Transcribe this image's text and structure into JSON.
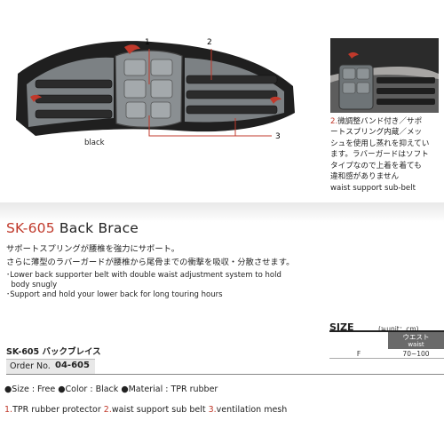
{
  "callouts": {
    "one": "1",
    "two": "2",
    "three": "3"
  },
  "color_caption": "black",
  "detail": {
    "caption_num": "2.",
    "caption_lines": [
      "微調整バンド付き／サポ",
      "ートスプリング内蔵／メッ",
      "シュを使用し蒸れを抑えてい",
      "ます。ラバーガードはソフト",
      "タイプなので上着を着ても",
      "違和感がありません"
    ],
    "sub_caption": "waist support sub-belt"
  },
  "title": {
    "code": "SK-605",
    "name": "Back Brace"
  },
  "description_jp": [
    "サポートスプリングが腰椎を強力にサポート。",
    "さらに薄型のラバーガードが腰椎から尾骨までの衝撃を吸収・分散させます。"
  ],
  "description_en": [
    "･Lower back supporter belt with double waist adjustment system to hold",
    "  body snugly",
    "･Support and hold your lower back for long touring hours"
  ],
  "size": {
    "label": "SIZE",
    "unit": "(≒unit：cm)",
    "header_jp": "ウエスト",
    "header_en": "waist",
    "rows": [
      {
        "size": "F",
        "waist": "70~100"
      }
    ]
  },
  "product_name_jp": "SK-605 バックブレイス",
  "order": {
    "label": "Order No.",
    "value": "04-605"
  },
  "specs": [
    {
      "bullet": "●",
      "text": "Size : Free"
    },
    {
      "bullet": "●",
      "text": "Color : Black"
    },
    {
      "bullet": "●",
      "text": "Material : TPR rubber"
    }
  ],
  "features": [
    {
      "num": "1.",
      "text": "TPR rubber protector"
    },
    {
      "num": "2.",
      "text": "waist support sub belt"
    },
    {
      "num": "3.",
      "text": "ventilation mesh"
    }
  ],
  "colors": {
    "accent": "#c0392b",
    "belt_dark": "#1f1f1f",
    "panel_gray": "#8a8f92"
  }
}
